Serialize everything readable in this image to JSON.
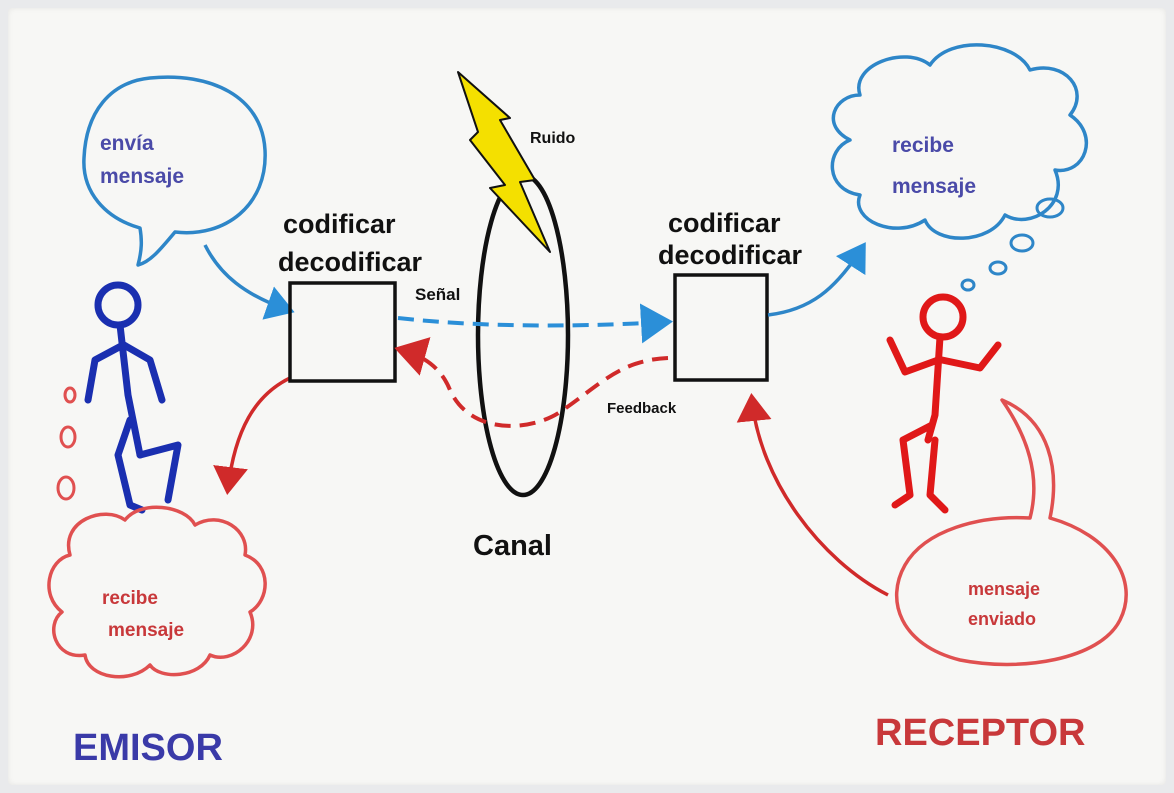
{
  "labels": {
    "sender_thought": [
      "envía",
      "mensaje"
    ],
    "receiver_thought": [
      "recibe",
      "mensaje"
    ],
    "sender_received": [
      "recibe",
      "mensaje"
    ],
    "receiver_speech": [
      "mensaje",
      "enviado"
    ],
    "encoder_left": [
      "codificar",
      "decodificar"
    ],
    "encoder_right": [
      "codificar",
      "decodificar"
    ],
    "signal": "Señal",
    "noise": "Ruido",
    "feedback": "Feedback",
    "channel": "Canal",
    "sender": "EMISOR",
    "receiver": "RECEPTOR"
  },
  "colors": {
    "sender_blue": "#1a2fb0",
    "bubble_blue": "#2e86c8",
    "text_blue": "#4a4aa8",
    "receiver_red": "#e01818",
    "text_red": "#c8383a",
    "arrow_red": "#d02a2a",
    "signal_blue": "#2b8fd8",
    "bolt_yellow": "#f4e000",
    "ink": "#111111"
  },
  "icons": {
    "noise": "lightning-bolt-icon",
    "sender": "stick-figure-icon",
    "receiver": "stick-figure-icon"
  }
}
